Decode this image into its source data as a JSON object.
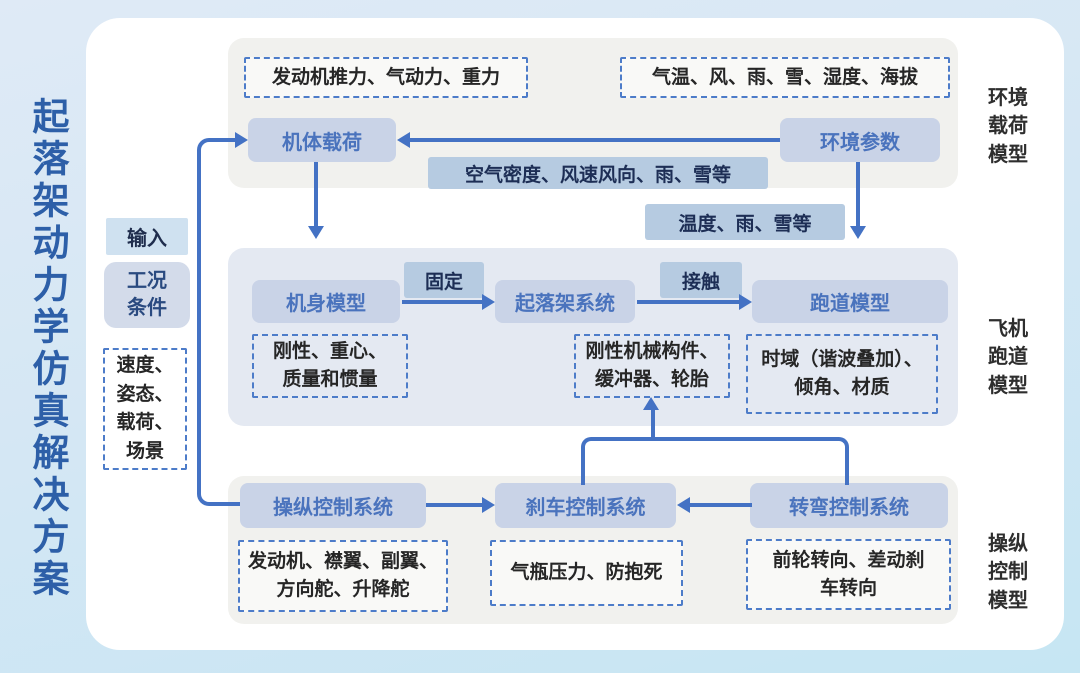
{
  "title": "起落架动力学仿真解决方案",
  "input": {
    "label": "输入",
    "condition": "工况\n条件",
    "condition_items": "速度、\n姿态、\n载荷、\n场景"
  },
  "environment": {
    "side_label": "环境\n载荷\n模型",
    "engine_inputs": "发动机推力、气动力、重力",
    "weather_inputs": "气温、风、雨、雪、湿度、海拔",
    "body_load": "机体载荷",
    "env_params": "环境参数",
    "air_label": "空气密度、风速风向、雨、雪等",
    "temp_label": "温度、雨、雪等"
  },
  "runway": {
    "side_label": "飞机\n跑道\n模型",
    "fuselage_model": "机身模型",
    "fixed_label": "固定",
    "gear_system": "起落架系统",
    "contact_label": "接触",
    "runway_model": "跑道模型",
    "fuselage_props": "刚性、重心、\n质量和惯量",
    "gear_props": "刚性机械构件、\n缓冲器、轮胎",
    "runway_props": "时域（谐波叠加）、\n倾角、材质"
  },
  "control": {
    "side_label": "操纵\n控制\n模型",
    "steering_system": "操纵控制系统",
    "brake_system": "刹车控制系统",
    "turn_system": "转弯控制系统",
    "steering_props": "发动机、襟翼、副翼、\n方向舵、升降舵",
    "brake_props": "气瓶压力、防抱死",
    "turn_props": "前轮转向、差动刹\n车转向"
  },
  "colors": {
    "accent_arrow": "#4472c4",
    "title_blue": "#2d5fa8",
    "node_fill": "#c9d3e7",
    "node_text": "#4a73bd",
    "label_fill": "#b6cbe1"
  }
}
